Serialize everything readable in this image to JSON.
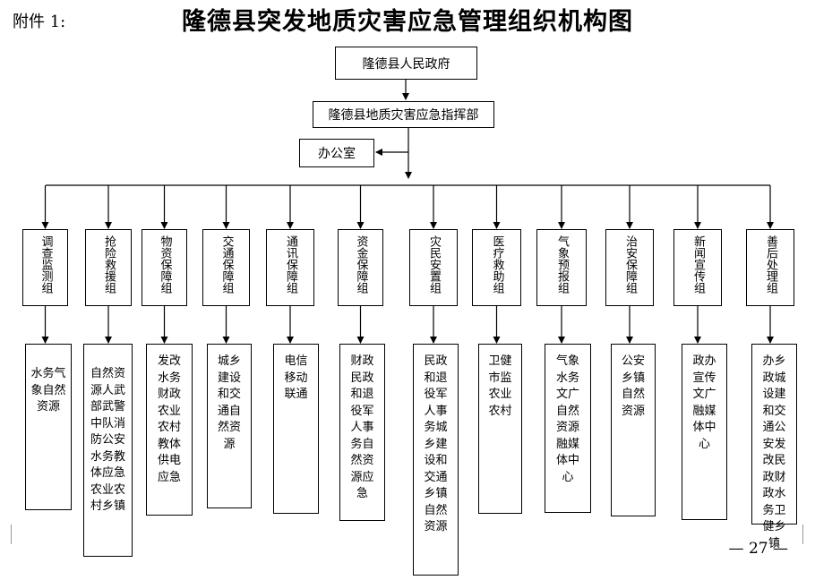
{
  "attachment_label": "附件 1:",
  "title": "隆德县突发地质灾害应急管理组织机构图",
  "top": "隆德县人民政府",
  "command": "隆德县地质灾害应急指挥部",
  "office": "办公室",
  "page_number": "— 27 —",
  "groups": [
    {
      "name": "调查监测组",
      "members": "水务气象自然资源"
    },
    {
      "name": "抢险救援组",
      "members": "自然资源人武部武警中队消防公安水务教体应急农业农村乡镇"
    },
    {
      "name": "物资保障组",
      "members": "发改水务财政农业农村教体供电应急"
    },
    {
      "name": "交通保障组",
      "members": "城乡建设和交通自然资源"
    },
    {
      "name": "通讯保障组",
      "members": "电信移动联通"
    },
    {
      "name": "资金保障组",
      "members": "财政民政和退役军人事务自然资源应急"
    },
    {
      "name": "灾民安置组",
      "members": "民政和退役军人事务城乡建设和交通乡镇自然资源"
    },
    {
      "name": "医疗救助组",
      "members": "卫健市监农业农村"
    },
    {
      "name": "气象预报组",
      "members": "气象水务文广自然资源融媒体中心"
    },
    {
      "name": "治安保障组",
      "members": "公安乡镇自然资源"
    },
    {
      "name": "新闻宣传组",
      "members": "政办宣传文广融媒体中心"
    },
    {
      "name": "善后处理组",
      "members": "办乡政城设建和交通公安发改民政财政水务卫健乡镇"
    }
  ]
}
